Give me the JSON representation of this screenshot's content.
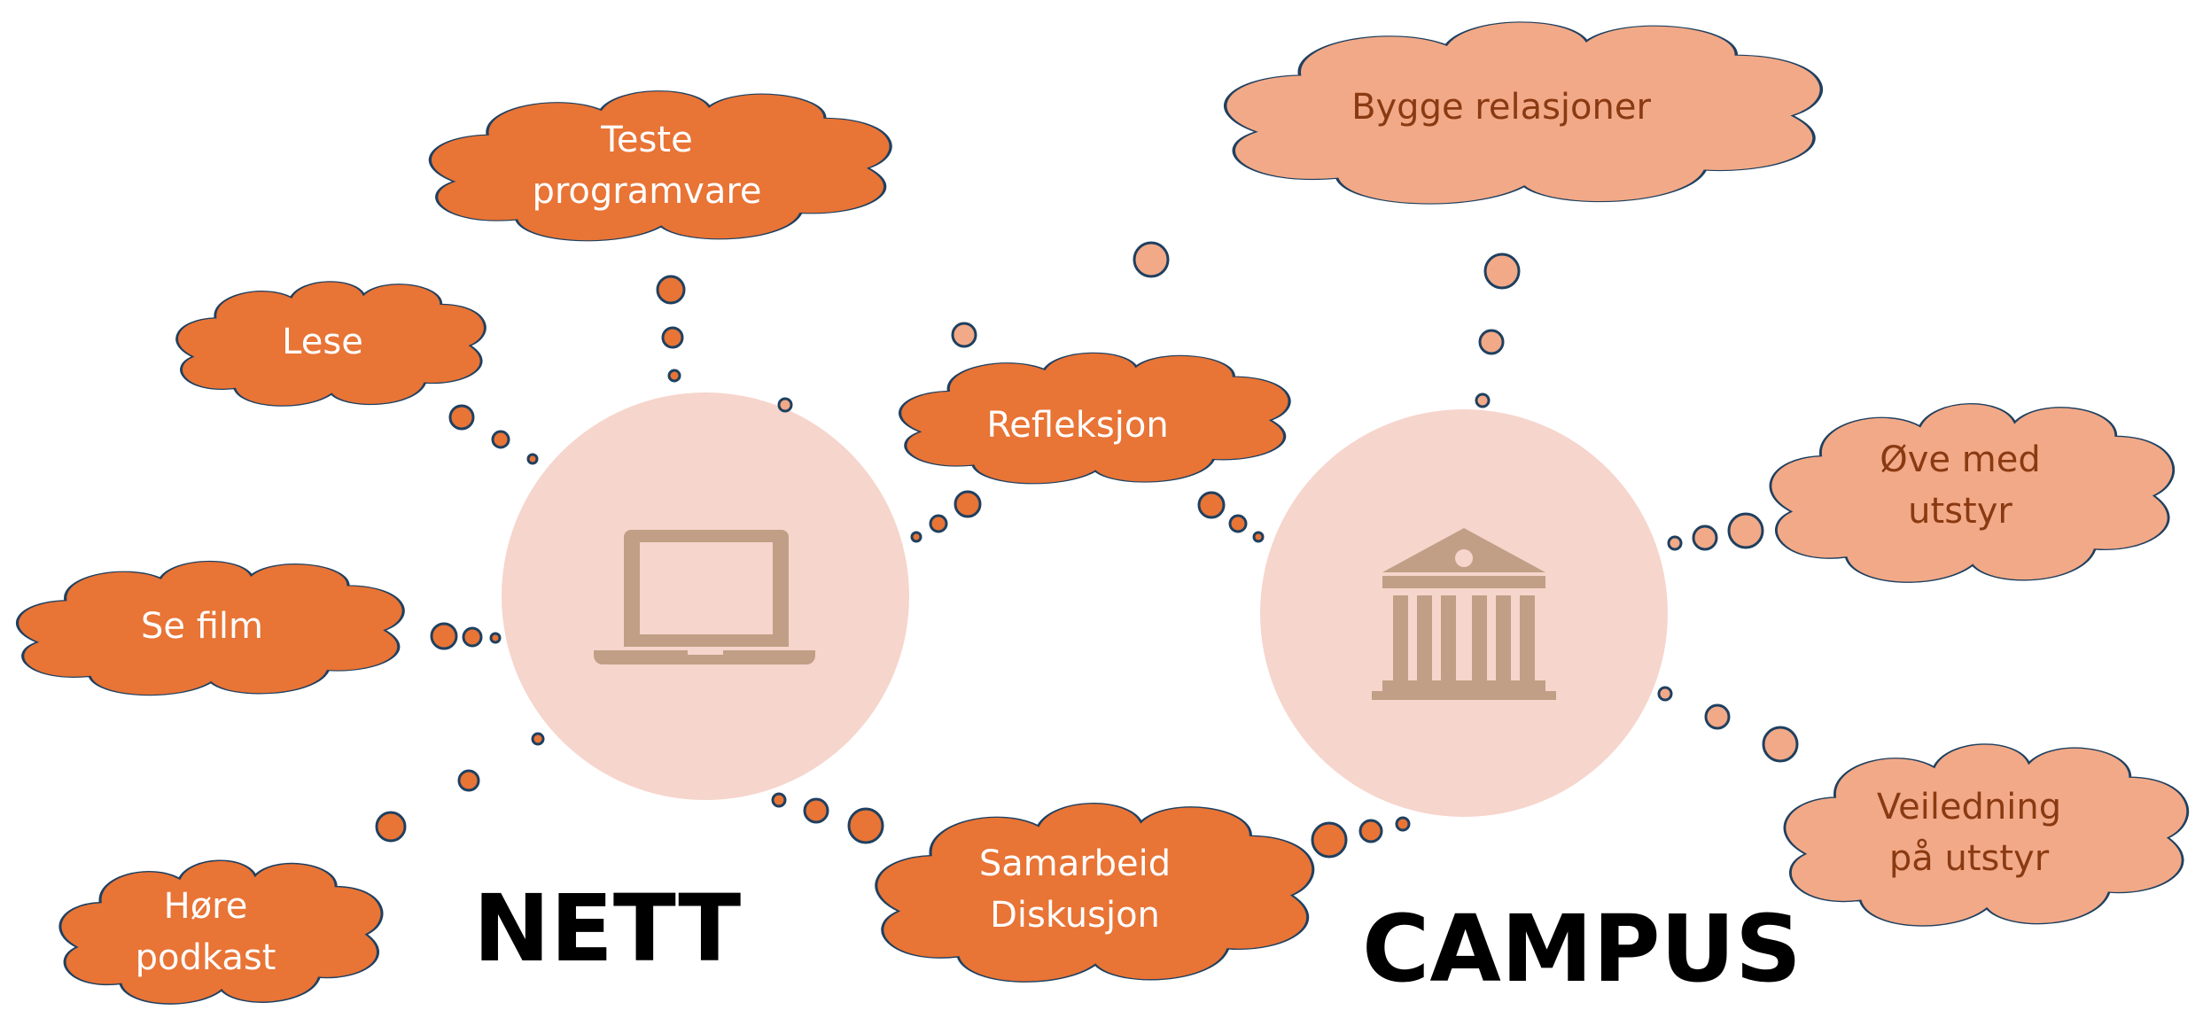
{
  "colors": {
    "online_cloud": "#e87436",
    "campus_cloud": "#f2a987",
    "cloud_outline": "#1f4060",
    "hub_circle": "#f6d5cc",
    "icon": "#c19f86",
    "dark_text": "#ffffff",
    "light_text": "#8a3a12"
  },
  "hubs": {
    "online": {
      "label": "NETT",
      "icon": "laptop-icon"
    },
    "campus": {
      "label": "CAMPUS",
      "icon": "institution-building-icon"
    }
  },
  "clouds": {
    "teste": {
      "lines": [
        "Teste",
        "programvare"
      ]
    },
    "lese": {
      "lines": [
        "Lese"
      ]
    },
    "se_film": {
      "lines": [
        "Se film"
      ]
    },
    "hore": {
      "lines": [
        "Høre",
        "podkast"
      ]
    },
    "refleksjon": {
      "lines": [
        "Refleksjon"
      ]
    },
    "samarbeid": {
      "lines": [
        "Samarbeid",
        "Diskusjon"
      ]
    },
    "bygge": {
      "lines": [
        "Bygge relasjoner"
      ]
    },
    "ove": {
      "lines": [
        "Øve med",
        "utstyr"
      ]
    },
    "veiledning": {
      "lines": [
        "Veiledning",
        "på utstyr"
      ]
    }
  }
}
